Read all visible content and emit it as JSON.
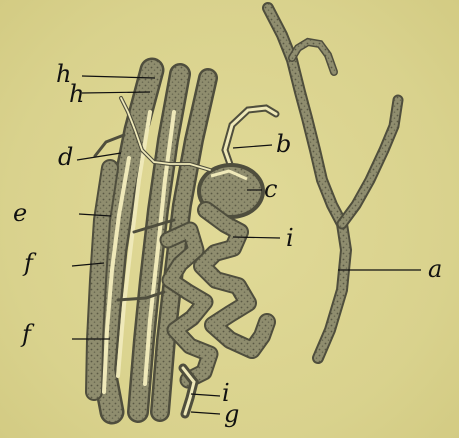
{
  "labels": {
    "a": "a",
    "b": "b",
    "c": "c",
    "d": "d",
    "e": "e",
    "f_upper": "f",
    "f_lower": "f",
    "g": "g",
    "h_upper": "h",
    "h_lower": "h",
    "i_upper": "i",
    "i_lower": "i"
  },
  "colors": {
    "background": "#dcd591",
    "tissue": "#8f8d6e",
    "tissue_dark": "#4f4e3d",
    "ink": "#111111"
  }
}
